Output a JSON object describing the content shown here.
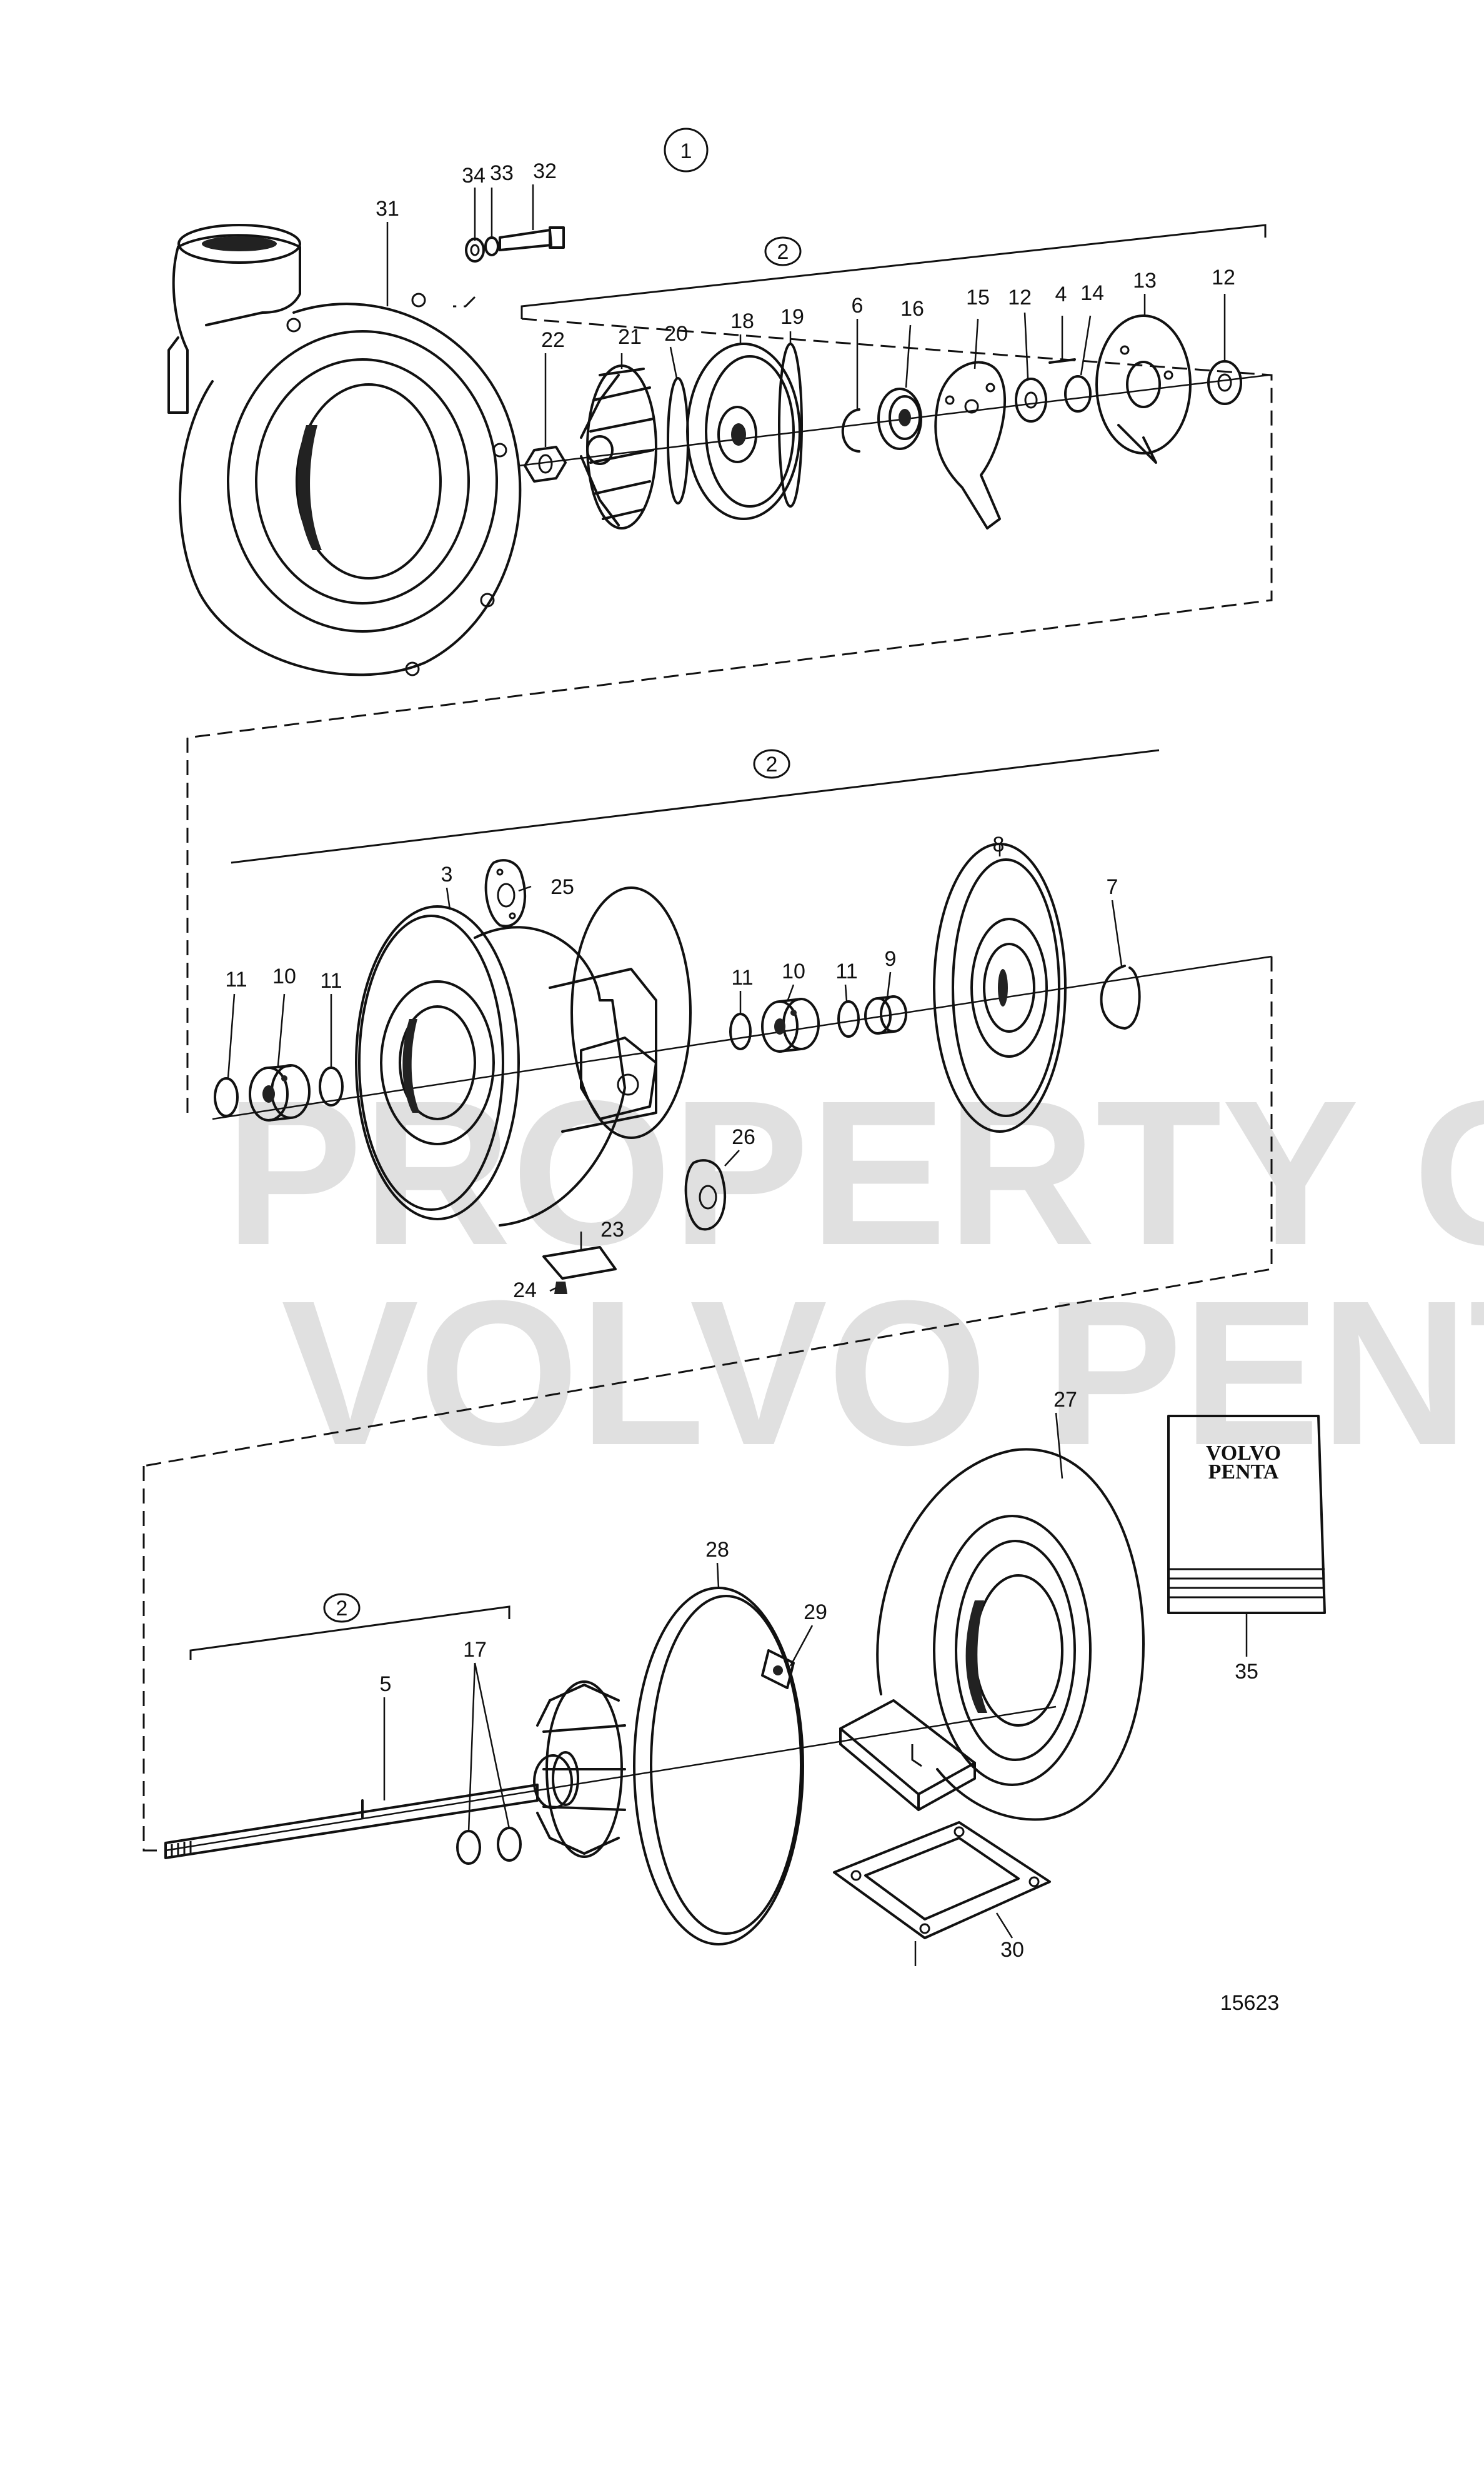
{
  "figure_number": "15623",
  "watermark": {
    "line1": "PROPERTY OF",
    "line2": "VOLVO PENTA"
  },
  "manual": {
    "brand_line1": "VOLVO",
    "brand_line2": "PENTA"
  },
  "group_marker_main": "1",
  "group_marker_sub": "2",
  "callouts": {
    "c1": "1",
    "c2": "2",
    "c3": "3",
    "c4": "4",
    "c5": "5",
    "c6": "6",
    "c7": "7",
    "c8": "8",
    "c9": "9",
    "c10": "10",
    "c11": "11",
    "c12": "12",
    "c13": "13",
    "c14": "14",
    "c15": "15",
    "c16": "16",
    "c17": "17",
    "c18": "18",
    "c19": "19",
    "c20": "20",
    "c21": "21",
    "c22": "22",
    "c23": "23",
    "c24": "24",
    "c25": "25",
    "c26": "26",
    "c27": "27",
    "c28": "28",
    "c29": "29",
    "c30": "30",
    "c31": "31",
    "c32": "32",
    "c33": "33",
    "c34": "34",
    "c35": "35"
  }
}
